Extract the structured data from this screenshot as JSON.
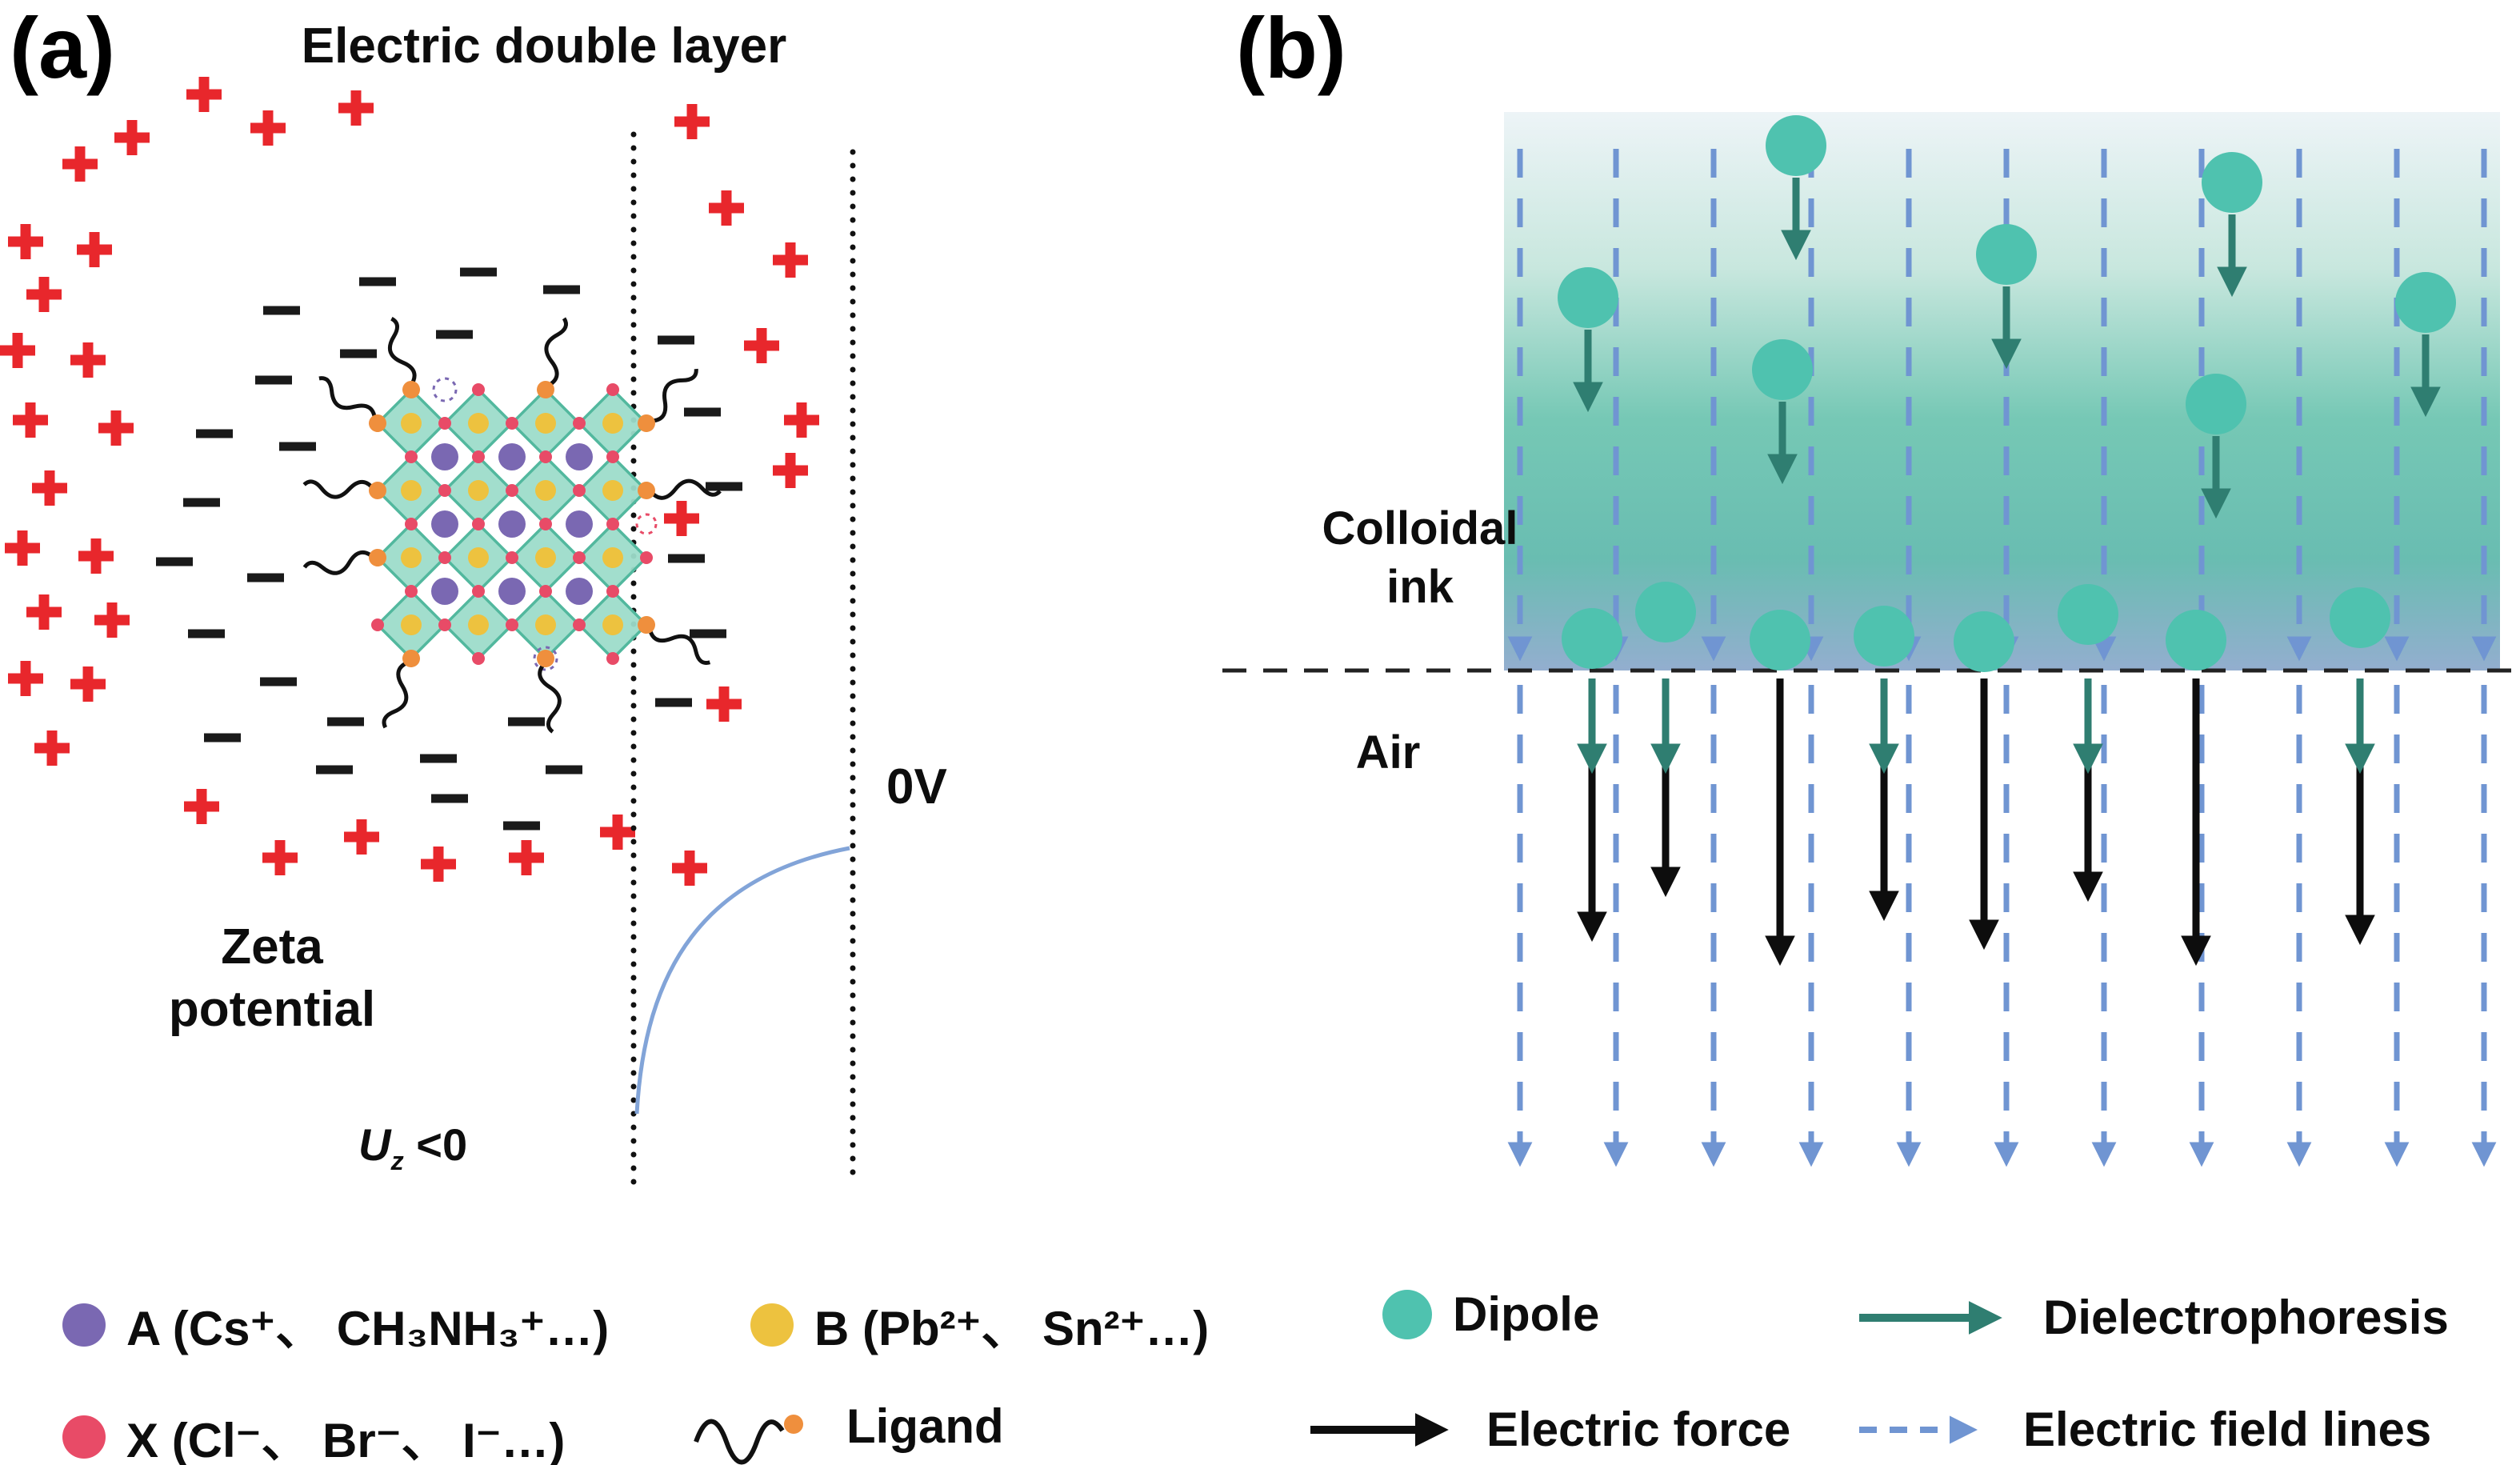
{
  "panel_a": {
    "label": "(a)",
    "title": "Electric double layer",
    "zeta_potential_label": "Zeta\npotential",
    "uz_symbol": "U",
    "uz_subscript": "z",
    "uz_value": " <0",
    "voltage_label": "0V"
  },
  "panel_b": {
    "label": "(b)",
    "colloidal_ink_label": "Colloidal\nink",
    "air_label": "Air"
  },
  "legend": {
    "a_site": "A (Cs⁺、 CH₃NH₃⁺…)",
    "b_site": "B (Pb²⁺、 Sn²⁺…)",
    "dipole": "Dipole",
    "dielectrophoresis": "Dielectrophoresis",
    "x_site": "X (Cl⁻、 Br⁻、 I⁻…)",
    "ligand": "Ligand",
    "electric_force": "Electric force",
    "electric_field_lines": "Electric field lines"
  },
  "icons": {
    "a_site_icon": "purple-circle",
    "b_site_icon": "yellow-circle",
    "x_site_icon": "red-circle",
    "dipole_icon": "teal-circle",
    "ligand_icon": "black-squiggle-with-orange-dot",
    "dielectrophoresis_icon": "teal-arrow",
    "electric_force_icon": "black-arrow",
    "electric_field_lines_icon": "blue-dashed-arrow"
  },
  "colors": {
    "positive_charge_red": "#e8272c",
    "negative_charge_black": "#1a1a1a",
    "a_site_purple": "#7a68b2",
    "b_site_yellow": "#edc23f",
    "x_site_red": "#e84b67",
    "dipole_teal": "#4fc2af",
    "dielectrophoresis_teal": "#2f7e71",
    "electric_force_black": "#0d0d0d",
    "field_line_blue": "#7095d2",
    "ligand_orange": "#ef8f3d",
    "crystal_teal": "#9ddcca",
    "potential_curve_blue": "#82a4d8"
  }
}
